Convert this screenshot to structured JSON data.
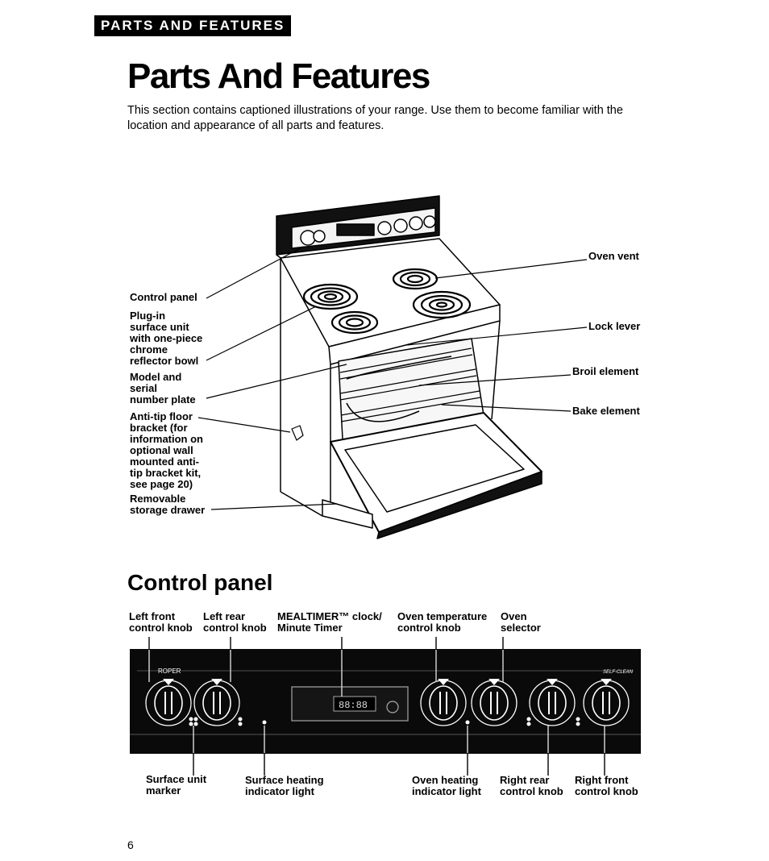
{
  "header": {
    "band_label": "PARTS AND FEATURES"
  },
  "page": {
    "title": "Parts And Features",
    "intro": "This section contains captioned illustrations of your range. Use them to become familiar with the location and appearance of all parts and features.",
    "page_number": "6"
  },
  "range_diagram": {
    "left_labels": {
      "control_panel": "Control panel",
      "surface_unit_l1": "Plug-in",
      "surface_unit_l2": "surface unit",
      "surface_unit_l3": "with one-piece",
      "surface_unit_l4": "chrome",
      "surface_unit_l5": "reflector bowl",
      "model_l1": "Model and",
      "model_l2": "serial",
      "model_l3": "number plate",
      "antitip_l1": "Anti-tip floor",
      "antitip_l2": "bracket (for",
      "antitip_l3": "information on",
      "antitip_l4": "optional wall",
      "antitip_l5": "mounted anti-",
      "antitip_l6": "tip bracket kit,",
      "antitip_l7": "see page 20)",
      "drawer_l1": "Removable",
      "drawer_l2": "storage drawer"
    },
    "right_labels": {
      "oven_vent": "Oven vent",
      "lock_lever": "Lock lever",
      "broil_element": "Broil element",
      "bake_element": "Bake element"
    }
  },
  "control_panel": {
    "title": "Control panel",
    "brand": "ROPER",
    "self_clean": "SELF-CLEAN",
    "display": "88:88",
    "top_labels": {
      "left_front_l1": "Left front",
      "left_front_l2": "control knob",
      "left_rear_l1": "Left rear",
      "left_rear_l2": "control knob",
      "clock_l1": "MEALTIMER™ clock/",
      "clock_l2": "Minute Timer",
      "oven_temp_l1": "Oven temperature",
      "oven_temp_l2": "control knob",
      "oven_sel_l1": "Oven",
      "oven_sel_l2": "selector"
    },
    "bottom_labels": {
      "surface_marker_l1": "Surface unit",
      "surface_marker_l2": "marker",
      "surface_light_l1": "Surface heating",
      "surface_light_l2": "indicator light",
      "oven_light_l1": "Oven heating",
      "oven_light_l2": "indicator light",
      "right_rear_l1": "Right rear",
      "right_rear_l2": "control knob",
      "right_front_l1": "Right front",
      "right_front_l2": "control knob"
    }
  }
}
